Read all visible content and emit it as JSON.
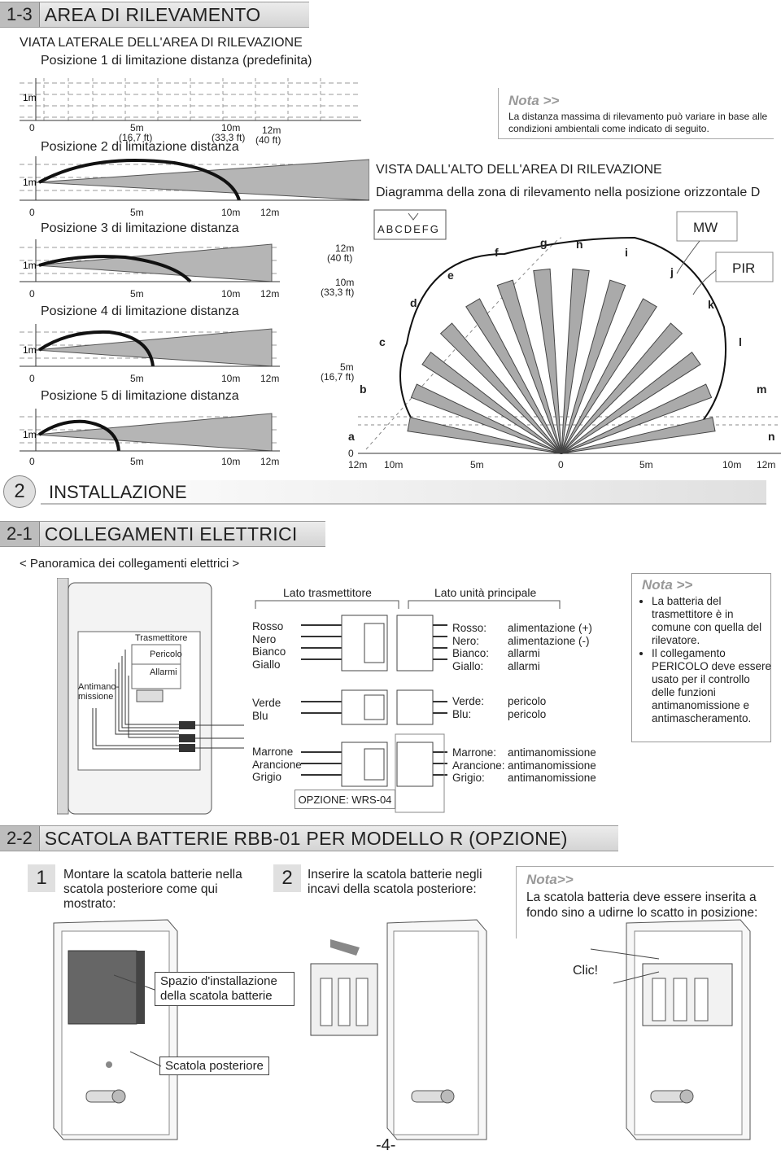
{
  "section_1_3": {
    "num": "1-3",
    "title": "AREA DI RILEVAMENTO",
    "side_view_title": "VIATA LATERALE DELL'AREA DI RILEVAZIONE",
    "positions": [
      {
        "label": "Posizione 1 di limitazione distanza (predefinita)"
      },
      {
        "label": "Posizione 2 di limitazione distanza"
      },
      {
        "label": "Posizione 3 di limitazione distanza"
      },
      {
        "label": "Posizione 4 di limitazione distanza"
      },
      {
        "label": "Posizione 5 di limitazione distanza"
      }
    ],
    "height_label": "1m",
    "axis_ticks_1": [
      "0",
      "5m",
      "10m",
      "12m"
    ],
    "axis_ticks_1_sub": [
      "(16,7 ft)",
      "(33,3 ft)",
      "(40 ft)"
    ],
    "axis_ticks": [
      "0",
      "5m",
      "10m",
      "12m"
    ],
    "note": {
      "title": "Nota >>",
      "text": "La distanza massima di rilevamento può variare in base alle condizioni ambientali come indicato di seguito."
    },
    "top_view_title": "VISTA DALL'ALTO DELL'AREA DI RILEVAZIONE",
    "top_view_subtitle": "Diagramma della zona di rilevamento nella posizione orizzontale D",
    "selector_letters": "ABCDEFG",
    "zone_letters": [
      "a",
      "b",
      "c",
      "d",
      "e",
      "f",
      "g",
      "h",
      "i",
      "j",
      "k",
      "l",
      "m",
      "n"
    ],
    "mw_label": "MW",
    "pir_label": "PIR",
    "range_labels": [
      {
        "m": "12m",
        "ft": "(40 ft)"
      },
      {
        "m": "10m",
        "ft": "(33,3 ft)"
      },
      {
        "m": "5m",
        "ft": "(16,7 ft)"
      }
    ],
    "origin_label": "0",
    "bottom_axis": [
      "12m",
      "10m",
      "5m",
      "0",
      "5m",
      "10m",
      "12m"
    ]
  },
  "section_2": {
    "num": "2",
    "title": "INSTALLAZIONE"
  },
  "section_2_1": {
    "num": "2-1",
    "title": "COLLEGAMENTI ELETTRICI",
    "subtitle": "< Panoramica dei collegamenti elettrici >",
    "device_labels": {
      "transmitter": "Trasmettitore",
      "danger": "Pericolo",
      "alarms": "Allarmi",
      "tamper": "Antimano-\nmissione"
    },
    "lato_trasmettitore": "Lato trasmettitore",
    "lato_unita": "Lato unità principale",
    "left_wires_1": [
      "Rosso",
      "Nero",
      "Bianco",
      "Giallo"
    ],
    "left_wires_2": [
      "Verde",
      "Blu"
    ],
    "left_wires_3": [
      "Marrone",
      "Arancione",
      "Grigio"
    ],
    "right_wires_1": [
      {
        "color": "Rosso:",
        "func": "alimentazione (+)"
      },
      {
        "color": "Nero:",
        "func": "alimentazione (-)"
      },
      {
        "color": "Bianco:",
        "func": "allarmi"
      },
      {
        "color": "Giallo:",
        "func": "allarmi"
      }
    ],
    "right_wires_2": [
      {
        "color": "Verde:",
        "func": "pericolo"
      },
      {
        "color": "Blu:",
        "func": "pericolo"
      }
    ],
    "right_wires_3": [
      {
        "color": "Marrone:",
        "func": "antimanomissione"
      },
      {
        "color": "Arancione:",
        "func": "antimanomissione"
      },
      {
        "color": "Grigio:",
        "func": "antimanomissione"
      }
    ],
    "option": "OPZIONE: WRS-04",
    "note": {
      "title": "Nota >>",
      "items": [
        "La batteria del trasmettitore è in comune con quella del rilevatore.",
        "Il collegamento PERICOLO deve essere usato per il controllo delle funzioni antimanomissione e antimascheramento."
      ]
    }
  },
  "section_2_2": {
    "num": "2-2",
    "title": "SCATOLA BATTERIE RBB-01 PER MODELLO R (OPZIONE)",
    "step1_num": "1",
    "step1_text": "Montare la scatola batterie nella scatola posteriore come qui mostrato:",
    "step2_num": "2",
    "step2_text": "Inserire la scatola batterie negli incavi della scatola posteriore:",
    "note_title": "Nota>>",
    "note_text": "La scatola batteria deve essere inserita a fondo sino a udirne lo scatto in posizione:",
    "callout_space": "Spazio d'installazione della scatola batterie",
    "callout_back": "Scatola posteriore",
    "callout_click": "Clic!"
  },
  "page_number": "-4-"
}
